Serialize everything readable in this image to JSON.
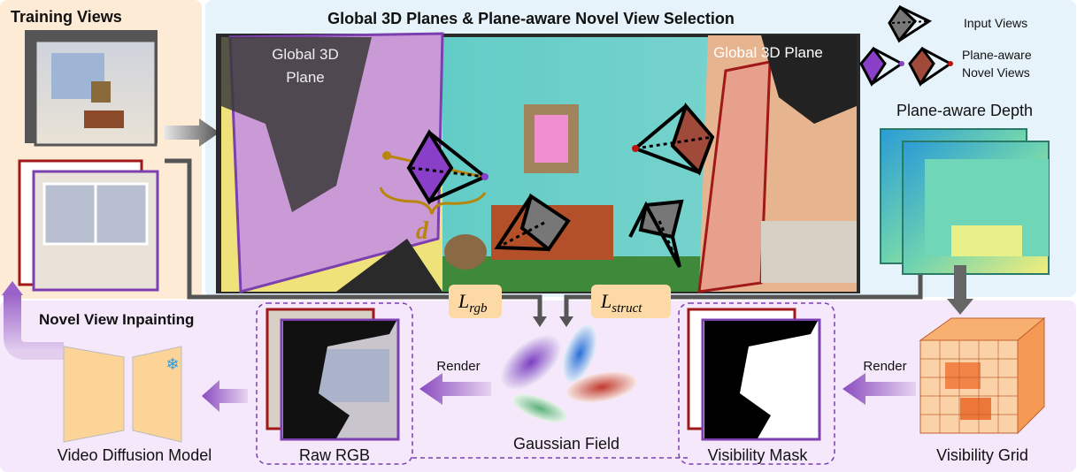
{
  "training_views": {
    "title": "Training Views"
  },
  "top_panel": {
    "title": "Global 3D Planes & Plane-aware Novel View Selection",
    "plane_label_left_1": "Global 3D",
    "plane_label_left_2": "Plane",
    "plane_label_right": "Global 3D Plane",
    "distance_symbol": "d"
  },
  "legend": {
    "input_views": "Input Views",
    "novel_views_1": "Plane-aware",
    "novel_views_2": "Novel Views"
  },
  "depth": {
    "title": "Plane-aware Depth"
  },
  "losses": {
    "rgb_main": "L",
    "rgb_sub": "rgb",
    "struct_main": "L",
    "struct_sub": "struct"
  },
  "bottom_panel": {
    "title": "Novel View Inpainting",
    "video_diffusion": "Video Diffusion Model",
    "raw_rgb": "Raw RGB",
    "render_left": "Render",
    "gaussian_field": "Gaussian Field",
    "visibility_mask": "Visibility Mask",
    "render_right": "Render",
    "visibility_grid": "Visibility Grid"
  },
  "colors": {
    "peach": "#fdebd6",
    "blue": "#e6f3fb",
    "lavender": "#f4e8fa",
    "purple": "#7b3fb0",
    "red": "#a01818"
  }
}
